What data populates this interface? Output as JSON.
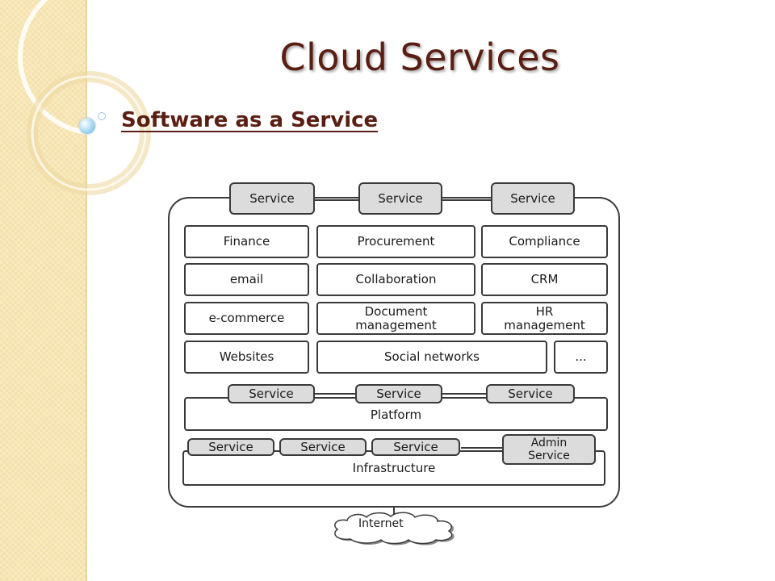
{
  "slide": {
    "title": "Cloud Services",
    "subtitle": "Software as a Service"
  },
  "diagram": {
    "top_services": [
      "Service",
      "Service",
      "Service"
    ],
    "applications": [
      [
        "Finance",
        "Procurement",
        "Compliance"
      ],
      [
        "email",
        "Collaboration",
        "CRM"
      ],
      [
        "e-commerce",
        "Document\nmanagement",
        "HR\nmanagement"
      ],
      [
        "Websites",
        "Social networks",
        "..."
      ]
    ],
    "platform_services": [
      "Service",
      "Service",
      "Service"
    ],
    "platform_label": "Platform",
    "infrastructure_services": [
      "Service",
      "Service",
      "Service"
    ],
    "admin_service": "Admin\nService",
    "infrastructure_label": "Infrastructure",
    "internet_label": "Internet"
  },
  "colors": {
    "title": "#5a1e12",
    "sidebar": "#f7e6b4",
    "service_fill": "#dcdcdc",
    "stroke": "#3a3a3a"
  }
}
